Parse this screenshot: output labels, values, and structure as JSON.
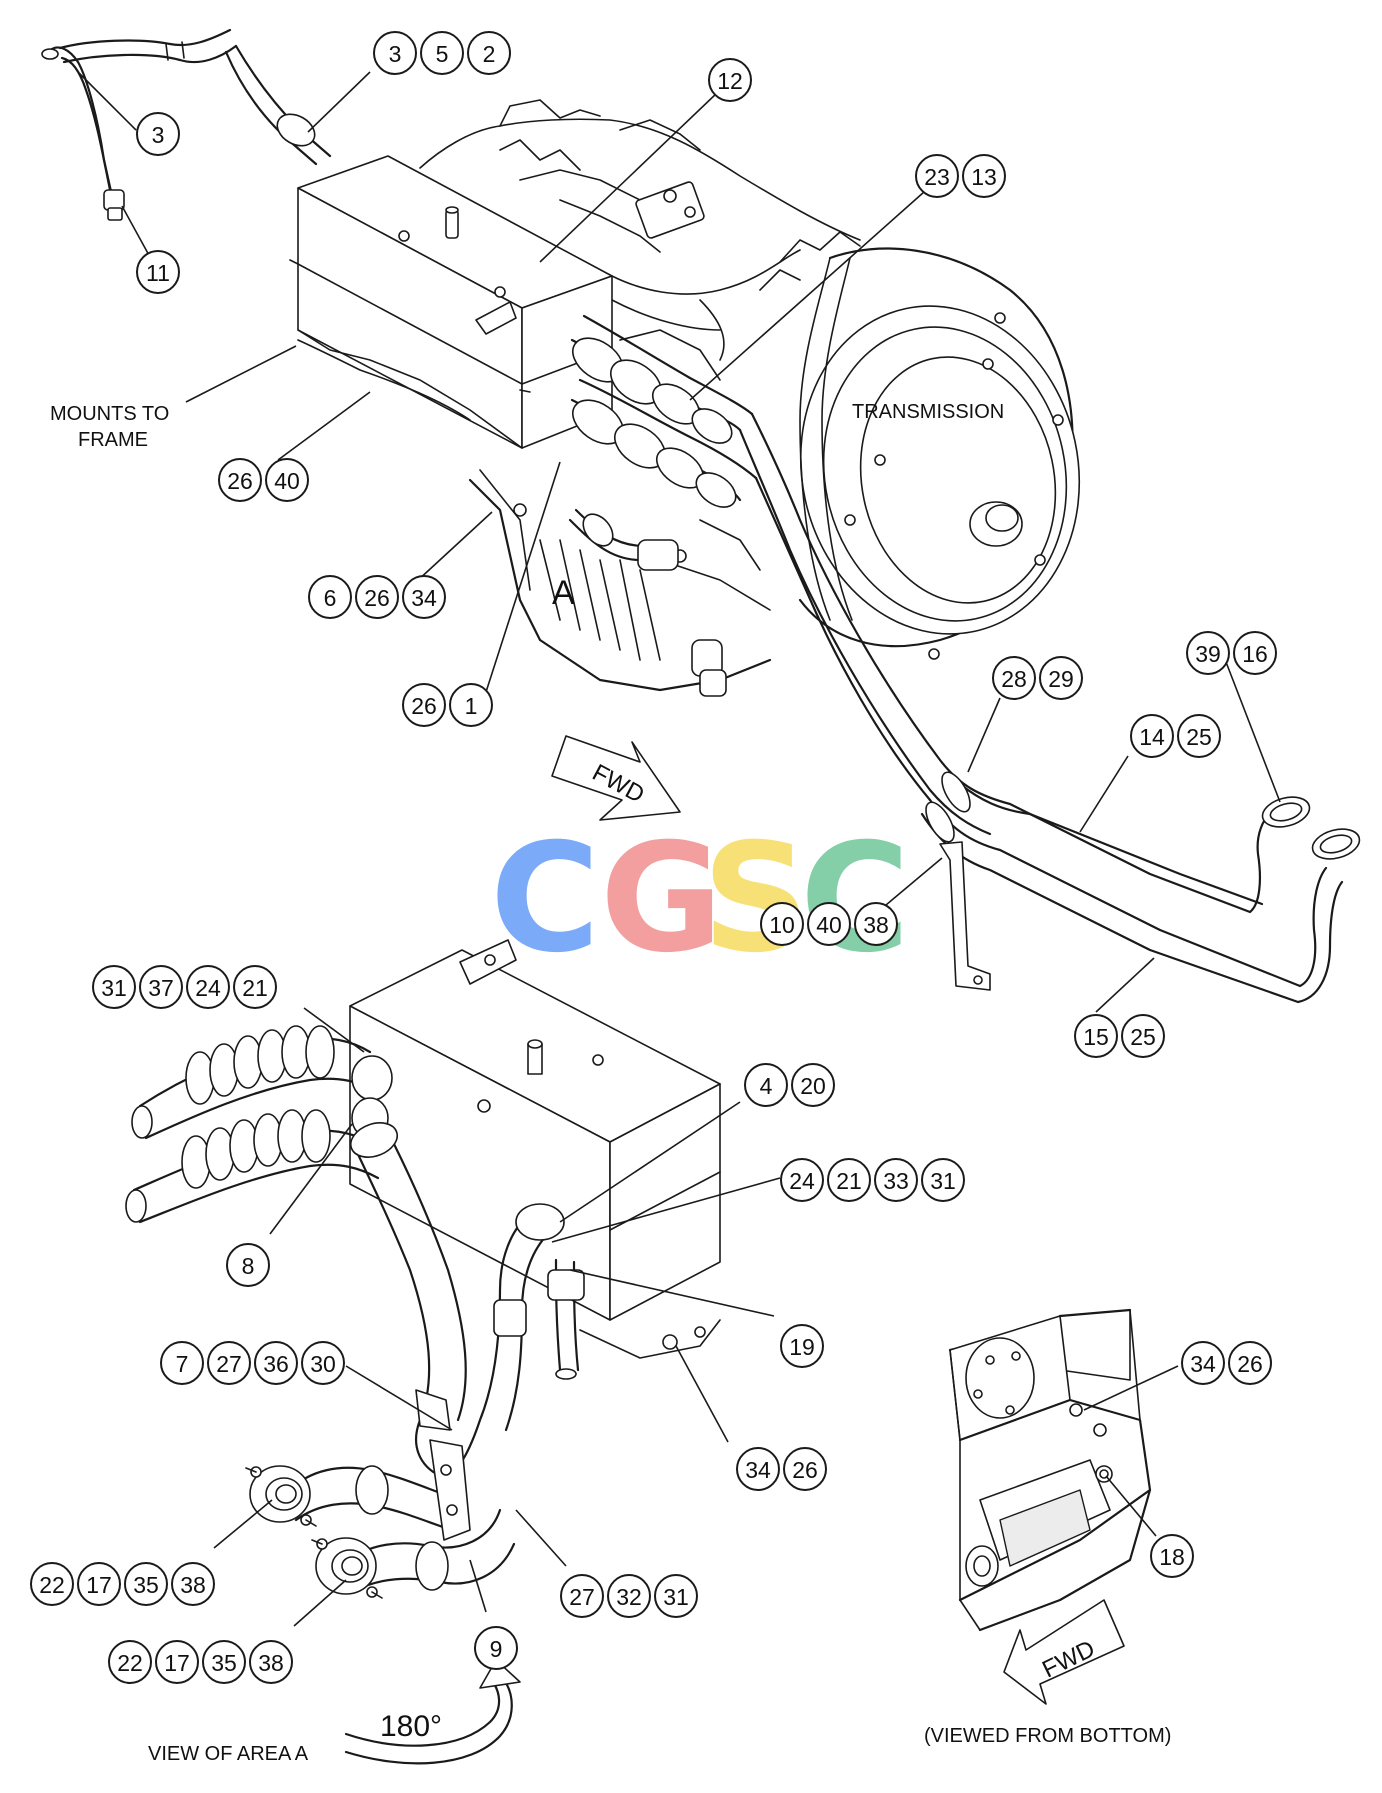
{
  "labels": {
    "mounts": [
      "MOUNTS TO",
      "FRAME"
    ],
    "transmission": "TRANSMISSION",
    "area_a": "A",
    "fwd_top": "FWD",
    "fwd_bottom": "FWD",
    "rotation": "180°",
    "view_area_a": "VIEW OF AREA A",
    "viewed_from_bottom": "(VIEWED FROM BOTTOM)"
  },
  "watermark": {
    "letters": [
      "C",
      "G",
      "S",
      "C"
    ],
    "colors": [
      "#4f8ef7",
      "#f08080",
      "#f5d74a",
      "#5cbf8a"
    ]
  },
  "callouts": [
    {
      "id": "c1",
      "nums": [
        "3",
        "5",
        "2"
      ]
    },
    {
      "id": "c2",
      "nums": [
        "3"
      ]
    },
    {
      "id": "c3",
      "nums": [
        "11"
      ]
    },
    {
      "id": "c4",
      "nums": [
        "12"
      ]
    },
    {
      "id": "c5",
      "nums": [
        "23",
        "13"
      ]
    },
    {
      "id": "c6",
      "nums": [
        "26",
        "40"
      ]
    },
    {
      "id": "c7",
      "nums": [
        "6",
        "26",
        "34"
      ]
    },
    {
      "id": "c8",
      "nums": [
        "26",
        "1"
      ]
    },
    {
      "id": "c9",
      "nums": [
        "28",
        "29"
      ]
    },
    {
      "id": "c10",
      "nums": [
        "39",
        "16"
      ]
    },
    {
      "id": "c11",
      "nums": [
        "14",
        "25"
      ]
    },
    {
      "id": "c12",
      "nums": [
        "10",
        "40",
        "38"
      ]
    },
    {
      "id": "c13",
      "nums": [
        "15",
        "25"
      ]
    },
    {
      "id": "c14",
      "nums": [
        "31",
        "37",
        "24",
        "21"
      ]
    },
    {
      "id": "c15",
      "nums": [
        "4",
        "20"
      ]
    },
    {
      "id": "c16",
      "nums": [
        "24",
        "21",
        "33",
        "31"
      ]
    },
    {
      "id": "c17",
      "nums": [
        "8"
      ]
    },
    {
      "id": "c18",
      "nums": [
        "19"
      ]
    },
    {
      "id": "c19",
      "nums": [
        "7",
        "27",
        "36",
        "30"
      ]
    },
    {
      "id": "c20",
      "nums": [
        "34",
        "26"
      ]
    },
    {
      "id": "c21",
      "nums": [
        "34",
        "26"
      ]
    },
    {
      "id": "c22",
      "nums": [
        "18"
      ]
    },
    {
      "id": "c23",
      "nums": [
        "22",
        "17",
        "35",
        "38"
      ]
    },
    {
      "id": "c24",
      "nums": [
        "27",
        "32",
        "31"
      ]
    },
    {
      "id": "c25",
      "nums": [
        "22",
        "17",
        "35",
        "38"
      ]
    },
    {
      "id": "c26",
      "nums": [
        "9"
      ]
    }
  ]
}
